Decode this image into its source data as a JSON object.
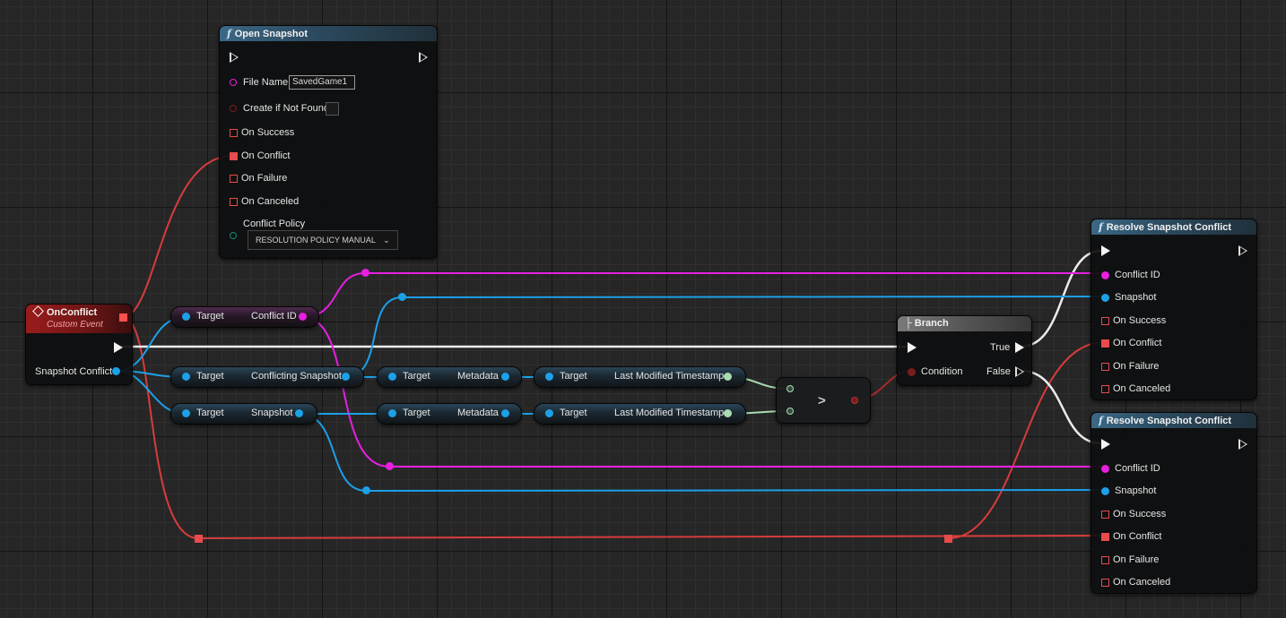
{
  "colors": {
    "exec": "#f4f4f4",
    "string": "#e81fe0",
    "object": "#1ca0e8",
    "bool": "#e84b4b",
    "datetime": "#a8dcb0",
    "enum": "#138f79",
    "wire_red": "#d63c3c"
  },
  "open_snapshot": {
    "title": "Open Snapshot",
    "file_name_label": "File Name",
    "file_name_value": "SavedGame1",
    "create_label": "Create if Not Found",
    "on_success": "On Success",
    "on_conflict": "On Conflict",
    "on_failure": "On Failure",
    "on_canceled": "On Canceled",
    "policy_label": "Conflict Policy",
    "policy_value": "RESOLUTION POLICY MANUAL"
  },
  "on_conflict_event": {
    "title": "OnConflict",
    "subtitle": "Custom Event",
    "snapshot_conflict": "Snapshot Conflict"
  },
  "break_conflict": {
    "target1": "Target",
    "conflict_id": "Conflict ID",
    "target2": "Target",
    "conflicting_snapshot": "Conflicting Snapshot",
    "target3": "Target",
    "snapshot": "Snapshot"
  },
  "metadata_top": {
    "target": "Target",
    "metadata": "Metadata"
  },
  "metadata_bottom": {
    "target": "Target",
    "metadata": "Metadata"
  },
  "timestamp_top": {
    "target": "Target",
    "value": "Last Modified Timestamp"
  },
  "timestamp_bottom": {
    "target": "Target",
    "value": "Last Modified Timestamp"
  },
  "compare": {
    "op": ">"
  },
  "branch": {
    "title": "Branch",
    "true_label": "True",
    "false_label": "False",
    "condition": "Condition"
  },
  "resolve_top": {
    "title": "Resolve Snapshot Conflict",
    "conflict_id": "Conflict ID",
    "snapshot": "Snapshot",
    "on_success": "On Success",
    "on_conflict": "On Conflict",
    "on_failure": "On Failure",
    "on_canceled": "On Canceled"
  },
  "resolve_bottom": {
    "title": "Resolve Snapshot Conflict",
    "conflict_id": "Conflict ID",
    "snapshot": "Snapshot",
    "on_success": "On Success",
    "on_conflict": "On Conflict",
    "on_failure": "On Failure",
    "on_canceled": "On Canceled"
  }
}
